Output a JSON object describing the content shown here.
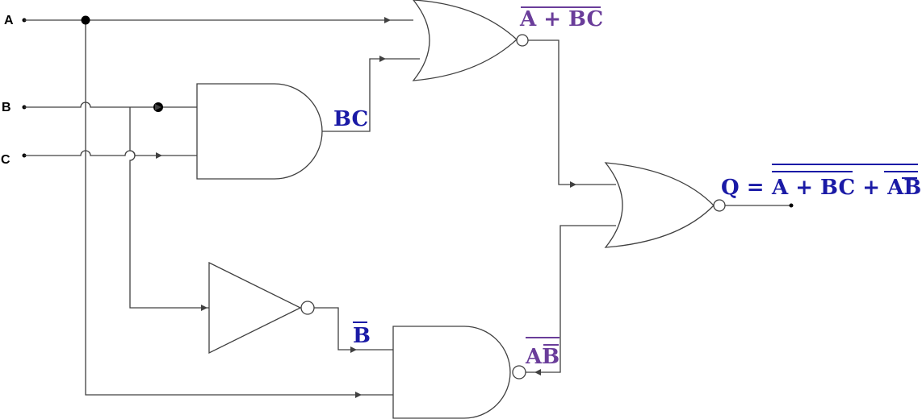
{
  "inputs": {
    "a": "A",
    "b": "B",
    "c": "C"
  },
  "labels": {
    "bc": "BC",
    "b_bar": "B",
    "nor1_out": "A + BC",
    "nand_out": "AB",
    "q_prefix": "Q =",
    "q_expr": "A + BC + AB"
  },
  "colors": {
    "blue": "#1a1aa6",
    "purple": "#6a3d9a",
    "wire": "#404040"
  }
}
